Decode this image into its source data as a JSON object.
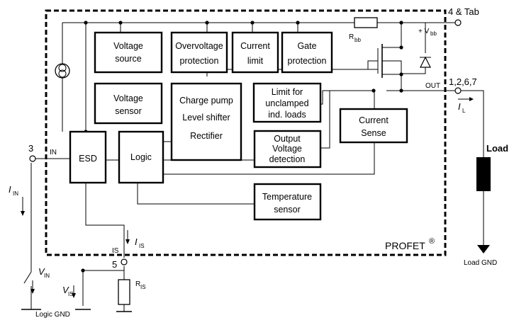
{
  "blocks": {
    "voltage_source": [
      "Voltage",
      "source"
    ],
    "overvoltage": [
      "Overvoltage",
      "protection"
    ],
    "current_limit": [
      "Current",
      "limit"
    ],
    "gate_protection": [
      "Gate",
      "protection"
    ],
    "voltage_sensor": [
      "Voltage",
      "sensor"
    ],
    "charge_pump": [
      "Charge pump",
      "Level shifter",
      "Rectifier"
    ],
    "limit_unclamped": [
      "Limit for",
      "unclamped",
      "ind. loads"
    ],
    "esd": "ESD",
    "logic": "Logic",
    "output_detection": [
      "Output",
      "Voltage",
      "detection"
    ],
    "current_sense": [
      "Current",
      "Sense"
    ],
    "temperature": [
      "Temperature",
      "sensor"
    ]
  },
  "pins": {
    "tab": "4 & Tab",
    "vbb": "+ V",
    "vbb_sub": "bb",
    "out": "OUT",
    "out_pins": "1,2,6,7",
    "in_num": "3",
    "in": "IN",
    "is": "IS",
    "is_num": "5"
  },
  "labels": {
    "rbb": "R",
    "rbb_sub": "bb",
    "il": "I",
    "il_sub": "L",
    "load": "Load",
    "load_gnd": "Load GND",
    "iin": "I",
    "iin_sub": "IN",
    "vin": "V",
    "vin_sub": "IN",
    "iis": "I",
    "iis_sub": "IS",
    "vis": "V",
    "vis_sub": "IS",
    "ris": "R",
    "ris_sub": "IS",
    "logic_gnd": "Logic GND",
    "profet": "PROFET",
    "reg": "®"
  }
}
